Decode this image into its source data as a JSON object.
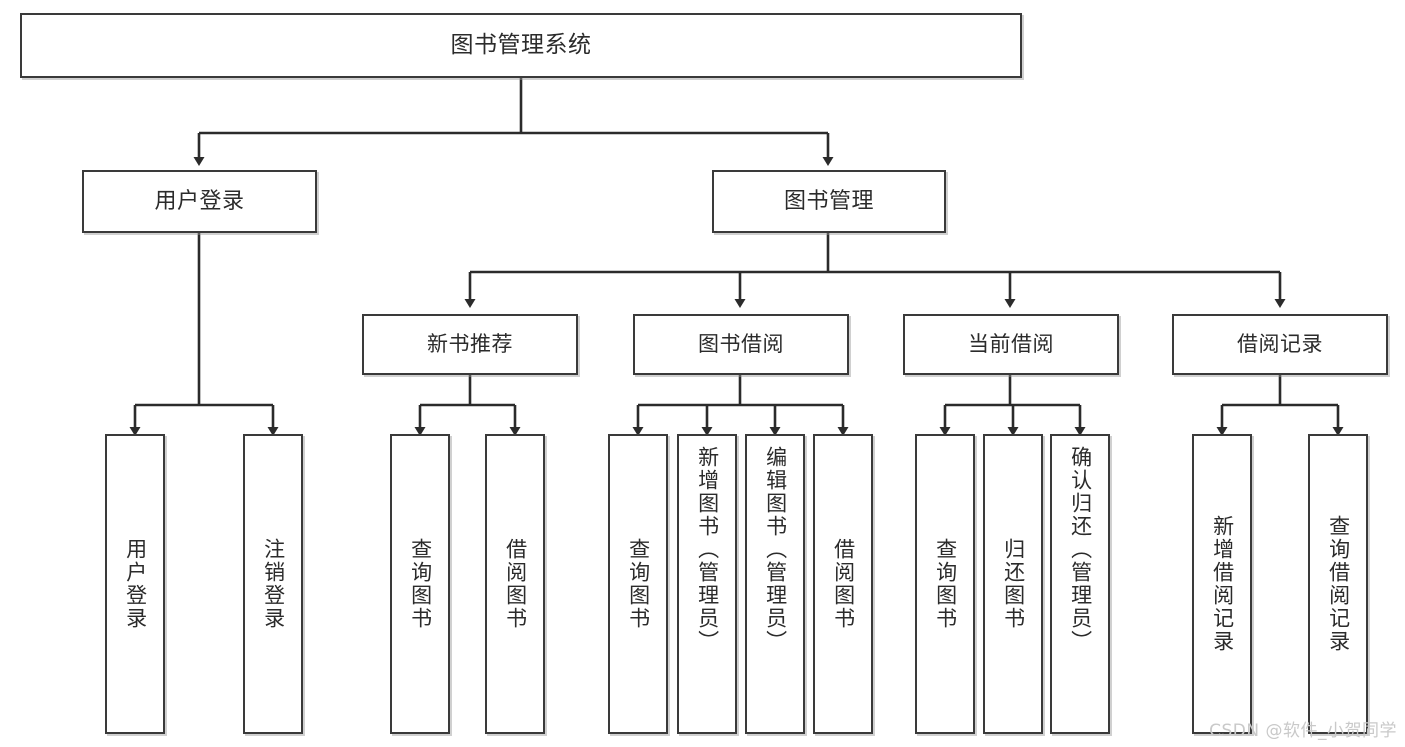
{
  "diagram": {
    "type": "tree-hierarchy",
    "title": "图书管理系统",
    "watermark": "CSDN @软件_小贺同学",
    "colors": {
      "box_border": "#3a3a3a",
      "box_fill": "#ffffff",
      "connector": "#2b2b2b",
      "text": "#2b2b2b",
      "watermark": "#c9c9c9"
    },
    "nodes": {
      "root": {
        "label": "图书管理系统"
      },
      "level2": [
        {
          "id": "user-login",
          "label": "用户登录"
        },
        {
          "id": "book-management",
          "label": "图书管理"
        }
      ],
      "level3": [
        {
          "id": "new-book-recommend",
          "label": "新书推荐"
        },
        {
          "id": "book-borrow",
          "label": "图书借阅"
        },
        {
          "id": "current-borrow",
          "label": "当前借阅"
        },
        {
          "id": "borrow-record",
          "label": "借阅记录"
        }
      ],
      "leaves": {
        "user_login": [
          {
            "id": "leaf-user-login",
            "label": "用户登录"
          },
          {
            "id": "leaf-logout",
            "label": "注销登录"
          }
        ],
        "new_book_recommend": [
          {
            "id": "leaf-query-book-1",
            "label": "查询图书"
          },
          {
            "id": "leaf-borrow-book-1",
            "label": "借阅图书"
          }
        ],
        "book_borrow": [
          {
            "id": "leaf-query-book-2",
            "label": "查询图书"
          },
          {
            "id": "leaf-add-book",
            "label": "新增图书（管理员）"
          },
          {
            "id": "leaf-edit-book",
            "label": "编辑图书（管理员）"
          },
          {
            "id": "leaf-borrow-book-2",
            "label": "借阅图书"
          }
        ],
        "current_borrow": [
          {
            "id": "leaf-query-book-3",
            "label": "查询图书"
          },
          {
            "id": "leaf-return-book",
            "label": "归还图书"
          },
          {
            "id": "leaf-confirm-return",
            "label": "确认归还（管理员）"
          }
        ],
        "borrow_record": [
          {
            "id": "leaf-add-record",
            "label": "新增借阅记录"
          },
          {
            "id": "leaf-query-record",
            "label": "查询借阅记录"
          }
        ]
      }
    }
  }
}
